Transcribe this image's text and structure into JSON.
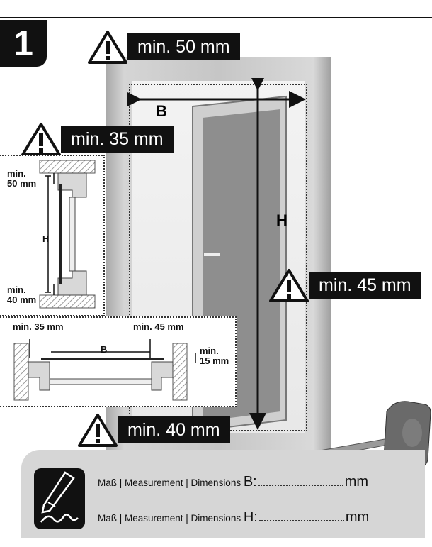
{
  "step_number": "1",
  "warnings": {
    "top": "min. 50 mm",
    "left": "min. 35 mm",
    "right": "min. 45 mm",
    "bottom": "min. 40 mm"
  },
  "main_labels": {
    "width": "B",
    "height": "H"
  },
  "detail_vertical": {
    "top_label": "min.\n50 mm",
    "bottom_label": "min.\n40 mm",
    "height_label": "H"
  },
  "detail_horizontal": {
    "left_label": "min. 35 mm",
    "right_label": "min. 45 mm",
    "side_label": "min.\n15 mm",
    "width_label": "B"
  },
  "measurement": {
    "row1_prefix": "Maß | Measurement | Dimensions",
    "row1_var": "B:",
    "row2_prefix": "Maß | Measurement | Dimensions",
    "row2_var": "H:",
    "unit": "mm"
  },
  "colors": {
    "black": "#111111",
    "panel_gray": "#d6d6d6",
    "frame_gray": "#c6c6c6"
  }
}
